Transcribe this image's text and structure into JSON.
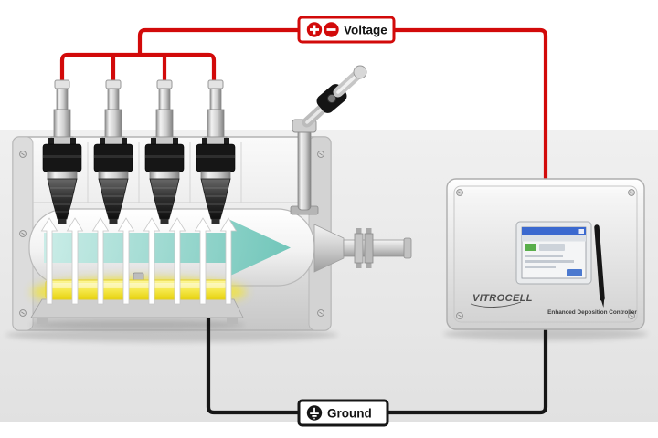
{
  "diagram": {
    "voltage_label": "Voltage",
    "ground_label": "Ground"
  },
  "controller": {
    "brand": "VITROCELL",
    "model": "Enhanced Deposition Controller"
  },
  "icons": {
    "voltage_plus": "plus-in-red-circle",
    "voltage_minus": "minus-in-red-circle",
    "ground": "earth-ground-symbol-in-black-circle"
  },
  "colors": {
    "voltage-red": "#d20a0a",
    "ground-black": "#161616",
    "flow-teal": "#7fccc1",
    "plate-yellow": "#f2e437",
    "screen-blue": "#3b69cf"
  }
}
